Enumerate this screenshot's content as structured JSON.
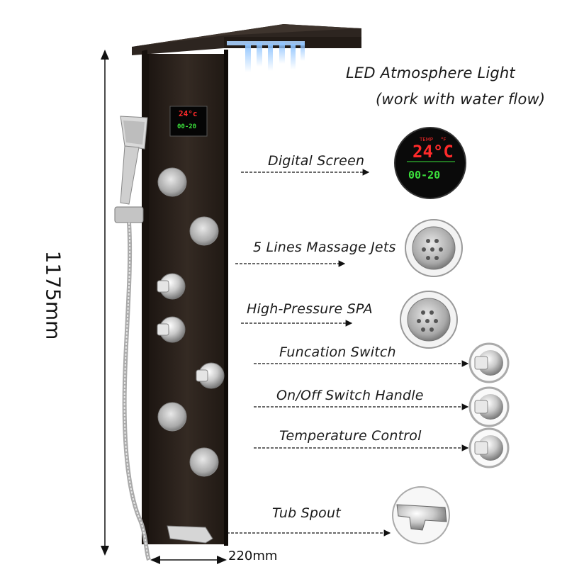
{
  "dimensions": {
    "height": "1175mm",
    "width": "220mm"
  },
  "labels": {
    "led_line1": "LED Atmosphere Light",
    "led_line2": "(work with water flow)",
    "digital_screen": "Digital Screen",
    "massage_jets": "5 Lines Massage Jets",
    "spa": "High-Pressure SPA",
    "function_switch": "Funcation Switch",
    "onoff_handle": "On/Off Switch Handle",
    "temp_control": "Temperature Control",
    "tub_spout": "Tub Spout"
  },
  "screen": {
    "temperature": "24°C",
    "temp_small": "24°c",
    "temp_tag": "TEMP",
    "unit_tag": "°F",
    "time": "00-20",
    "time_small": "00-20"
  },
  "colors": {
    "panel": "#2a211b",
    "screen_red": "#ff2a2a",
    "screen_green": "#3be03b",
    "led_blue": "#5fa8ff",
    "chrome": "#c8c8c8"
  }
}
